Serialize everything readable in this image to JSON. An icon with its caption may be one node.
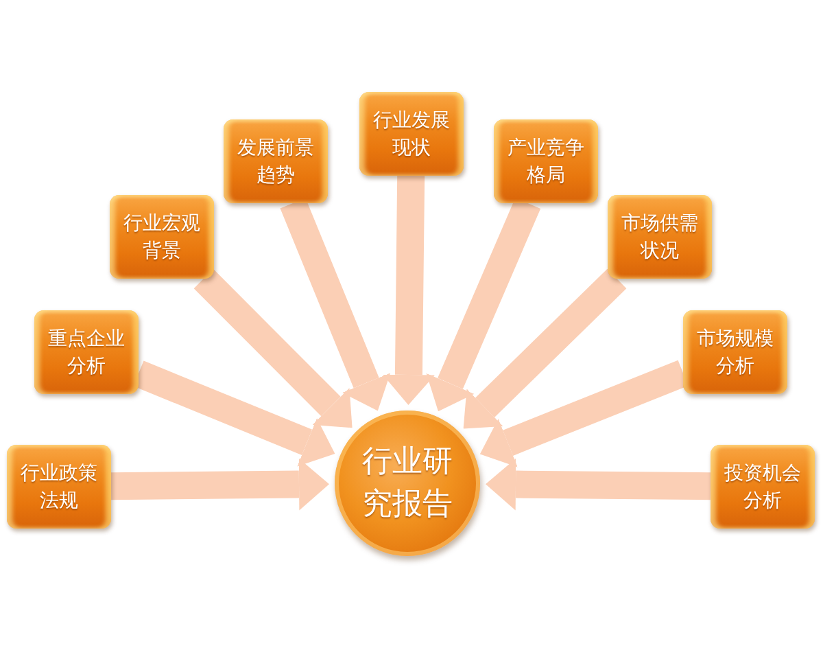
{
  "diagram": {
    "nodes": [
      {
        "text": [
          "行业政策法规"
        ]
      },
      {
        "text": [
          "重点企业分析"
        ]
      },
      {
        "text": [
          "行业宏观背景"
        ]
      },
      {
        "text": [
          "发展前景趋势"
        ]
      },
      {
        "text": [
          "行业发展现状"
        ]
      },
      {
        "text": [
          "产业竞争格局"
        ]
      },
      {
        "text": [
          "市场供需状况"
        ]
      },
      {
        "text": [
          "市场规模分析"
        ]
      },
      {
        "text": [
          "投资机会分析"
        ]
      },
      {
        "text": [
          "行业研究报告"
        ]
      }
    ],
    "edges": [
      {
        "from": 0,
        "to": 9,
        "arrow": "to"
      },
      {
        "from": 1,
        "to": 9,
        "arrow": "to"
      },
      {
        "from": 2,
        "to": 9,
        "arrow": "to"
      },
      {
        "from": 3,
        "to": 9,
        "arrow": "to"
      },
      {
        "from": 4,
        "to": 9,
        "arrow": "to"
      },
      {
        "from": 5,
        "to": 9,
        "arrow": "to"
      },
      {
        "from": 6,
        "to": 9,
        "arrow": "to"
      },
      {
        "from": 7,
        "to": 9,
        "arrow": "to"
      },
      {
        "from": 8,
        "to": 9,
        "arrow": "to"
      }
    ]
  }
}
